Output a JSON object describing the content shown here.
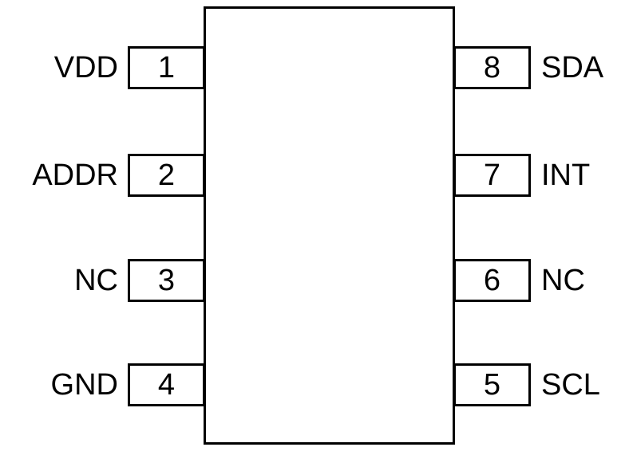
{
  "diagram": {
    "type": "ic-pinout",
    "package_pin_count": 8,
    "colors": {
      "line": "#000000",
      "background": "#ffffff",
      "text": "#000000"
    },
    "pins": {
      "left": [
        {
          "number": "1",
          "label": "VDD"
        },
        {
          "number": "2",
          "label": "ADDR"
        },
        {
          "number": "3",
          "label": "NC"
        },
        {
          "number": "4",
          "label": "GND"
        }
      ],
      "right": [
        {
          "number": "8",
          "label": "SDA"
        },
        {
          "number": "7",
          "label": "INT"
        },
        {
          "number": "6",
          "label": "NC"
        },
        {
          "number": "5",
          "label": "SCL"
        }
      ]
    }
  }
}
